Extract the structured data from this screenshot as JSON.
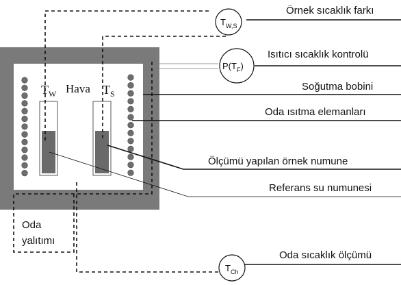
{
  "diagram": {
    "labels": {
      "sample_temp_diff": "Örnek sıcaklık farkı",
      "heater_temp_control": "Isıtıcı sıcaklık kontrolü",
      "cooling_coil": "Soğutma bobini",
      "room_heating_elements": "Oda ısıtma elemanları",
      "measured_sample": "Ölçümü yapılan örnek numune",
      "reference_water_sample": "Referans su numunesi",
      "room_insulation_line1": "Oda",
      "room_insulation_line2": "yalıtımı",
      "room_temp_measurement": "Oda sıcaklık ölçümü"
    },
    "chamber": {
      "air_label": "Hava",
      "tw_main": "T",
      "tw_sub": "W",
      "ts_main": "T",
      "ts_sub": "S"
    },
    "sensors": {
      "tws_main": "T",
      "tws_sub": "W,S",
      "ptf_prefix": "P(T",
      "ptf_sub": "F",
      "ptf_suffix": ")",
      "tch_main": "T",
      "tch_sub": "Ch"
    },
    "colors": {
      "insulation_gray": "#7a7a7a",
      "coil_gray": "#6e6e6e",
      "sample_gray": "#6a6a6a"
    }
  }
}
